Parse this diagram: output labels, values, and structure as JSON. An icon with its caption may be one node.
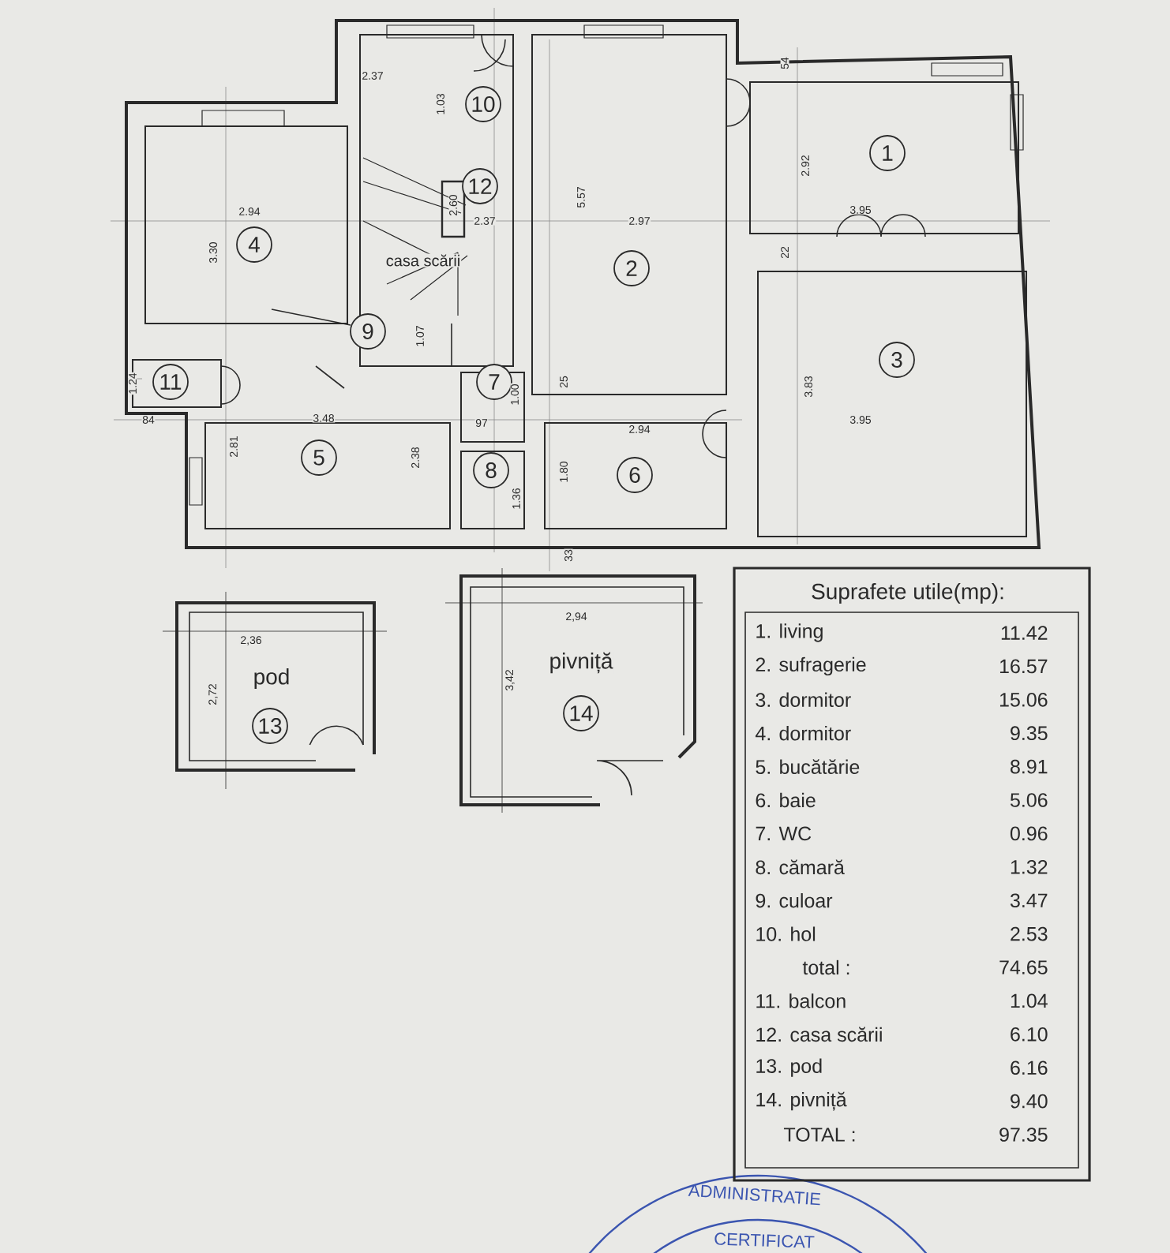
{
  "diagram": {
    "nodes": [
      {
        "text": [
          "1"
        ]
      },
      {
        "text": [
          "2"
        ]
      },
      {
        "text": [
          "3"
        ]
      },
      {
        "text": [
          "4"
        ]
      },
      {
        "text": [
          "5"
        ]
      },
      {
        "text": [
          "6"
        ]
      },
      {
        "text": [
          "7"
        ]
      },
      {
        "text": [
          "8"
        ]
      },
      {
        "text": [
          "9"
        ]
      },
      {
        "text": [
          "10"
        ]
      },
      {
        "text": [
          "11"
        ]
      },
      {
        "text": [
          "12"
        ]
      },
      {
        "text": [
          "13"
        ]
      },
      {
        "text": [
          "14"
        ]
      },
      {
        "text": [
          "Suprafete utile(mp):"
        ]
      }
    ],
    "labels": [
      "2.37",
      "1.03",
      "54",
      "2.92",
      "2.60",
      "5.57",
      "2.94",
      "2.37",
      "2.97",
      "3.95",
      "22",
      "3.30",
      "casa scării",
      "1.07",
      "1.24",
      "1.00",
      "25",
      "3.83",
      "84",
      "3.48",
      "97",
      "2.94",
      "3.95",
      "2.81",
      "2.38",
      "1.80",
      "1.36",
      "33",
      "2,94",
      "2,36",
      "pivniță",
      "pod",
      "3,42",
      "2,72",
      "1. living",
      "11.42",
      "2. sufragerie",
      "16.57",
      "3. dormitor",
      "15.06",
      "4. dormitor",
      "9.35",
      "5. bucătărie",
      "8.91",
      "6. baie",
      "5.06",
      "7. WC",
      "0.96",
      "8. cămară",
      "1.32",
      "9. culoar",
      "3.47",
      "10. hol",
      "2.53",
      "total :",
      "74.65",
      "11. balcon",
      "1.04",
      "12. casa scării",
      "6.10",
      "13. pod",
      "6.16",
      "14. pivniță",
      "9.40",
      "TOTAL :",
      "97.35",
      "ADMINISTRATIE",
      "CERTIFICAT"
    ]
  }
}
